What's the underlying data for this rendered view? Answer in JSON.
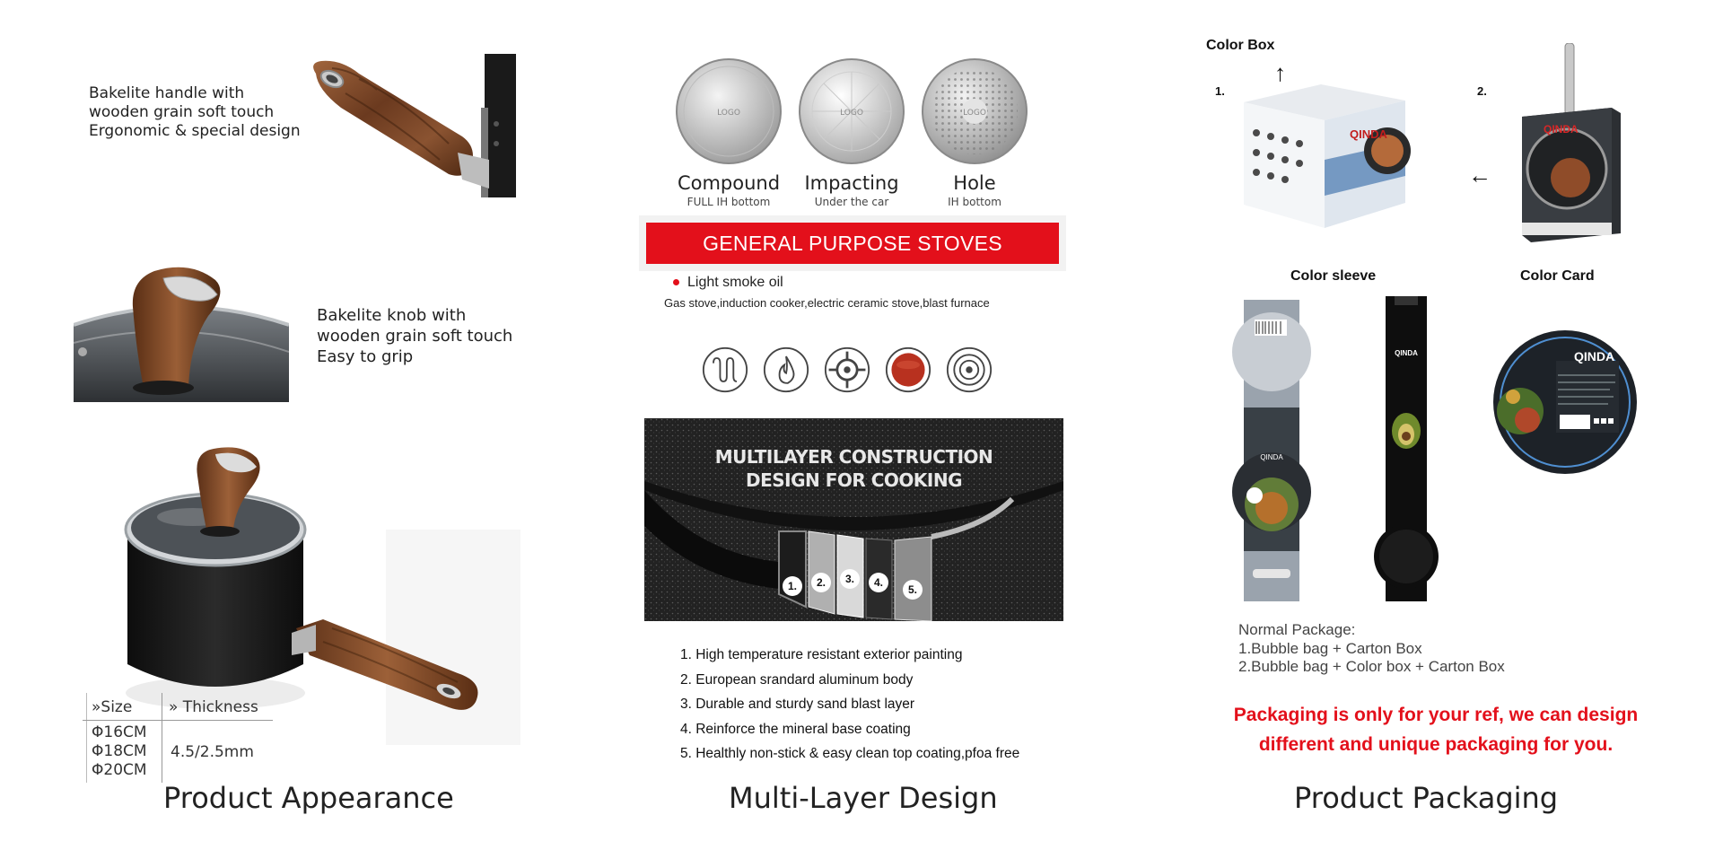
{
  "appearance": {
    "caption": "Product Appearance",
    "handle_feature": [
      "Bakelite handle with",
      "wooden grain soft touch",
      "Ergonomic & special design"
    ],
    "knob_feature": [
      "Bakelite knob with",
      "wooden grain soft touch",
      "Easy to grip"
    ],
    "size_table": {
      "size_header": "»Size",
      "thickness_header": "» Thickness",
      "sizes": [
        "Φ16CM",
        "Φ18CM",
        "Φ20CM"
      ],
      "thickness": "4.5/2.5mm"
    }
  },
  "multilayer": {
    "caption": "Multi-Layer Design",
    "discs": [
      {
        "name": "Compound",
        "sub": "FULL IH bottom",
        "logo": "LOGO"
      },
      {
        "name": "Impacting",
        "sub": "Under the car",
        "logo": "LOGO"
      },
      {
        "name": "Hole",
        "sub": "IH bottom",
        "logo": "LOGO"
      }
    ],
    "banner": "GENERAL PURPOSE STOVES",
    "bullet": "Light smoke oil",
    "stoves": "Gas stove,induction cooker,electric ceramic stove,blast furnace",
    "stove_icons": [
      "induction-coil-icon",
      "flame-icon",
      "gas-burner-icon",
      "ceramic-plate-icon",
      "electric-hob-icon"
    ],
    "construction_title": [
      "MULTILAYER CONSTRUCTION",
      "DESIGN FOR COOKING"
    ],
    "layer_numbers": [
      "1.",
      "2.",
      "3.",
      "4.",
      "5."
    ],
    "layers": [
      "1. High temperature resistant exterior painting",
      "2. European srandard aluminum body",
      "3. Durable and sturdy sand blast layer",
      "4. Reinforce the mineral base coating",
      "5. Healthly non-stick & easy clean top coating,pfoa free"
    ]
  },
  "packaging": {
    "caption": "Product Packaging",
    "color_box": "Color Box",
    "color_sleeve": "Color sleeve",
    "color_card": "Color Card",
    "num1": "1.",
    "num2": "2.",
    "brand": "QINDA",
    "normal_package": [
      "Normal Package:",
      "1.Bubble bag + Carton Box",
      "2.Bubble bag + Color box + Carton Box"
    ],
    "note": [
      "Packaging is only for your ref, we can design",
      "different and unique packaging for you."
    ]
  },
  "colors": {
    "accent_red": "#e3101b",
    "wood": "#7a4a2c",
    "pan_black": "#1b1b1b"
  }
}
